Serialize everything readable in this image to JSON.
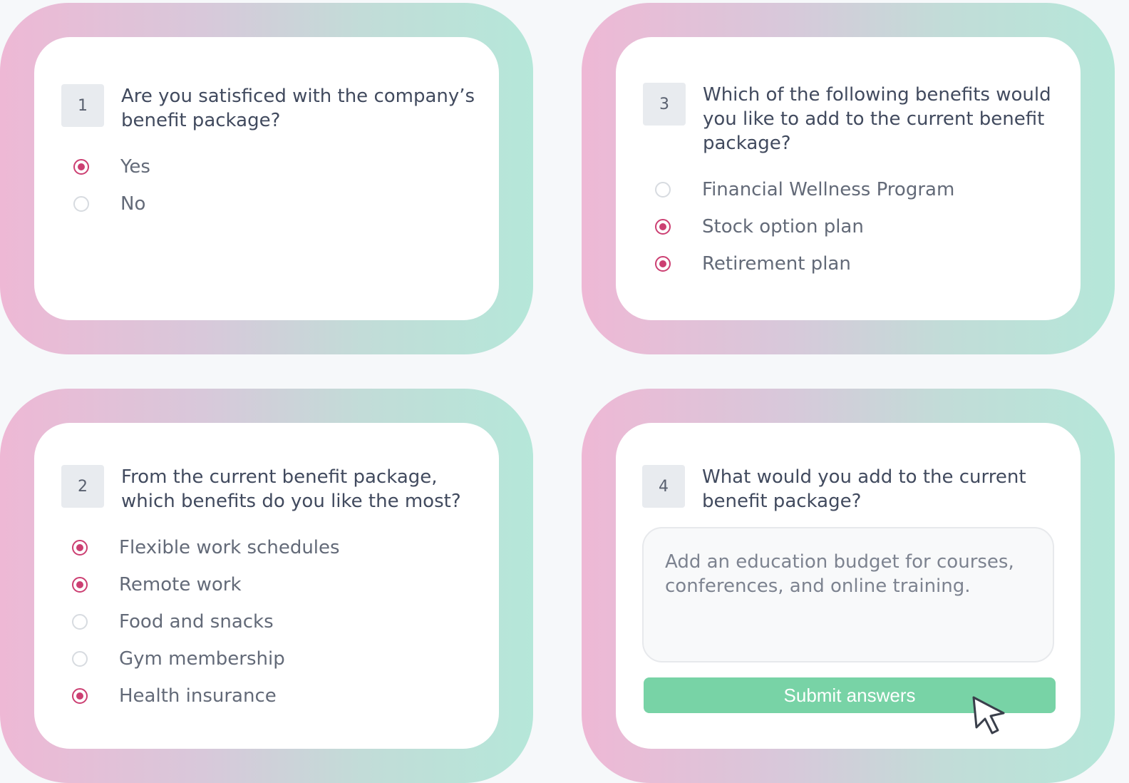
{
  "questions": {
    "q1": {
      "number": "1",
      "text": "Are you satisficed with the company’s benefit package?",
      "options": [
        {
          "label": "Yes",
          "selected": true
        },
        {
          "label": "No",
          "selected": false
        }
      ]
    },
    "q2": {
      "number": "2",
      "text": "From the current benefit package, which benefits do you like the most?",
      "options": [
        {
          "label": "Flexible work schedules",
          "selected": true
        },
        {
          "label": "Remote work",
          "selected": true
        },
        {
          "label": "Food and snacks",
          "selected": false
        },
        {
          "label": "Gym membership",
          "selected": false
        },
        {
          "label": "Health insurance",
          "selected": true
        }
      ]
    },
    "q3": {
      "number": "3",
      "text": "Which of the following benefits would you like to add to the current benefit package?",
      "options": [
        {
          "label": "Financial Wellness Program",
          "selected": false
        },
        {
          "label": "Stock option plan",
          "selected": true
        },
        {
          "label": "Retirement plan",
          "selected": true
        }
      ]
    },
    "q4": {
      "number": "4",
      "text": "What would you add to the current benefit package?",
      "answer": "Add an education budget for courses, conferences, and online training.",
      "submit_label": "Submit answers"
    }
  },
  "colors": {
    "accent": "#cc3f72",
    "submit": "#78d3a6",
    "gradient_start": "#eeb8d5",
    "gradient_end": "#b5e7d9"
  },
  "icons": {
    "cursor": "cursor-arrow-icon",
    "radio_checked": "radio-checked-icon",
    "radio_unchecked": "radio-unchecked-icon"
  }
}
